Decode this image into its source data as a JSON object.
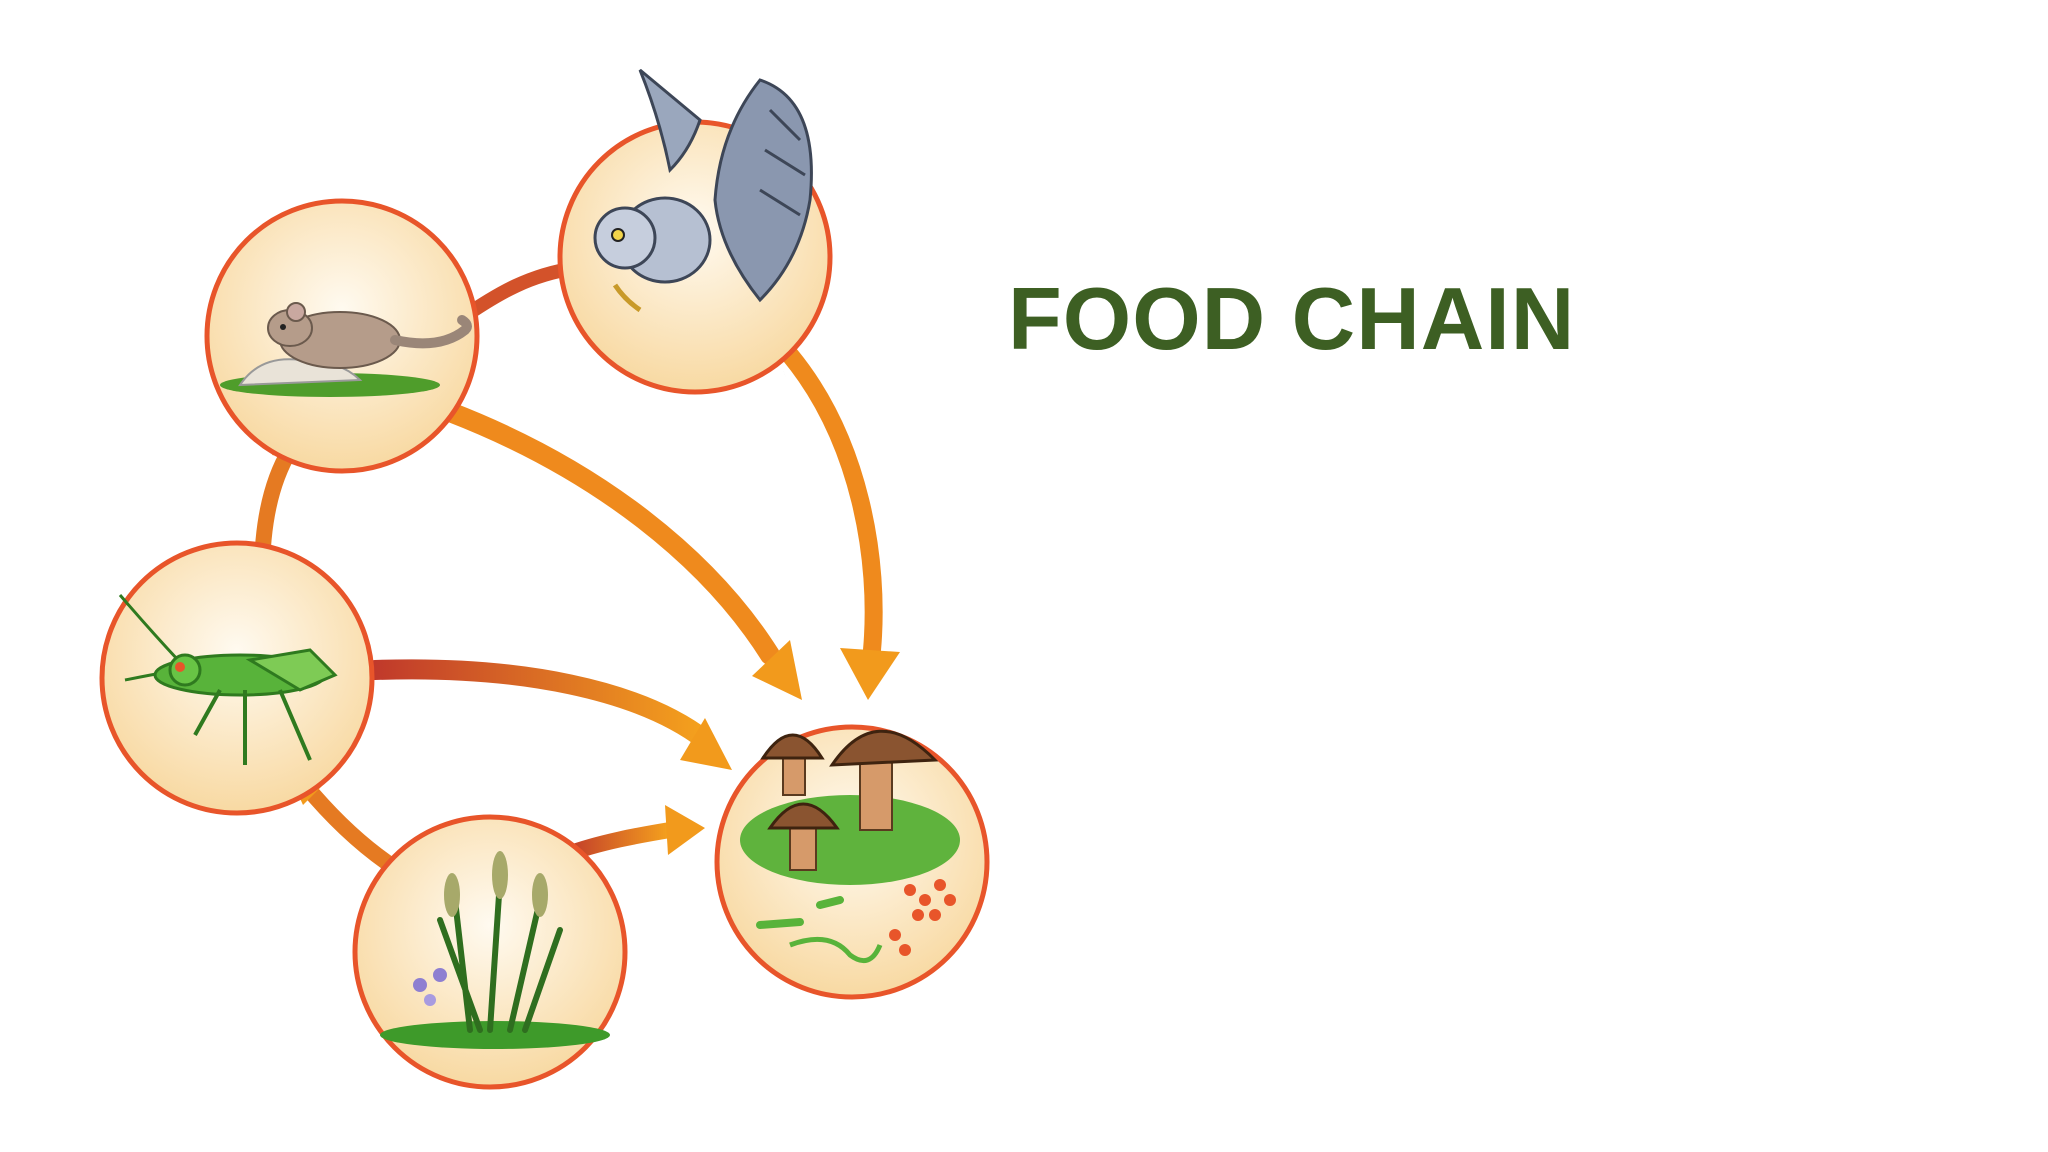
{
  "slide": {
    "title": "FOOD CHAIN"
  },
  "colors": {
    "title": "#3d5f23",
    "circle_border": "#e8552a",
    "circle_fill": "#fbe6bd",
    "arrow": "#f29a1c"
  },
  "diagram": {
    "nodes": [
      {
        "id": "plants",
        "icon": "grass-plants-icon",
        "desc": "plants"
      },
      {
        "id": "grasshopper",
        "icon": "grasshopper-icon",
        "desc": "grasshopper"
      },
      {
        "id": "mouse",
        "icon": "mouse-icon",
        "desc": "mouse"
      },
      {
        "id": "owl",
        "icon": "owl-icon",
        "desc": "owl"
      },
      {
        "id": "decomposers",
        "icon": "mushrooms-decomposers-icon",
        "desc": "decomposers"
      }
    ],
    "edges": [
      {
        "from": "plants",
        "to": "grasshopper"
      },
      {
        "from": "grasshopper",
        "to": "mouse"
      },
      {
        "from": "mouse",
        "to": "owl"
      },
      {
        "from": "owl",
        "to": "decomposers"
      },
      {
        "from": "mouse",
        "to": "decomposers"
      },
      {
        "from": "grasshopper",
        "to": "decomposers"
      },
      {
        "from": "plants",
        "to": "decomposers"
      }
    ]
  }
}
